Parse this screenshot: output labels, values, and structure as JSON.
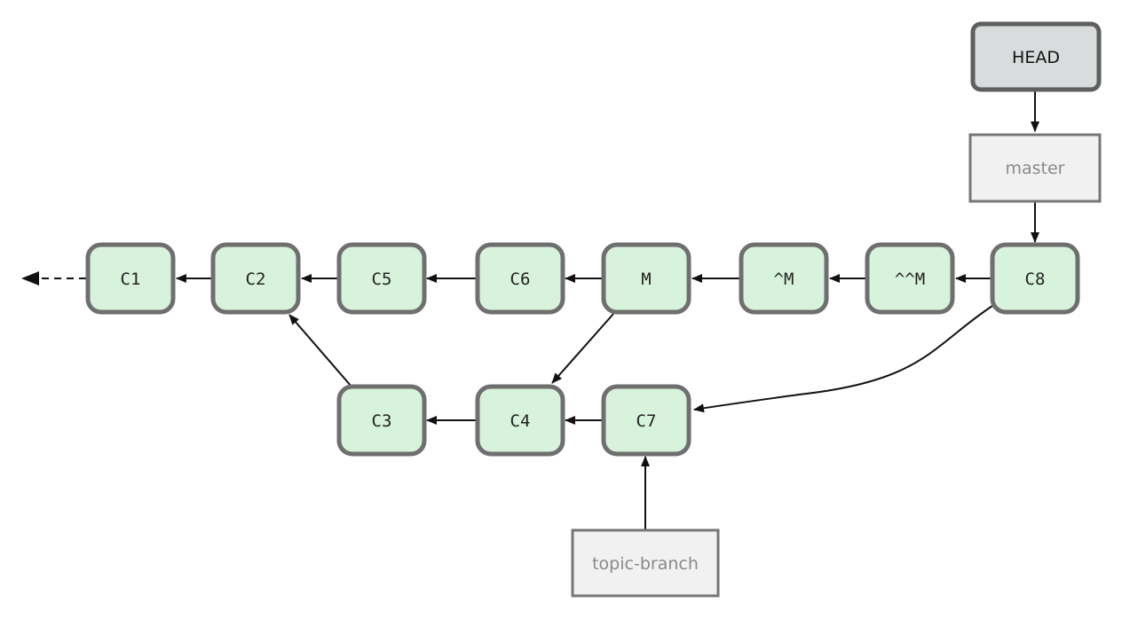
{
  "head": {
    "label": "HEAD"
  },
  "branches": {
    "master": "master",
    "topic": "topic-branch"
  },
  "commits": {
    "c1": "C1",
    "c2": "C2",
    "c5": "C5",
    "c6": "C6",
    "m": "M",
    "m_parent": "^M",
    "m_grandparent": "^^M",
    "c8": "C8",
    "c3": "C3",
    "c4": "C4",
    "c7": "C7"
  },
  "colors": {
    "commit_fill": "#d8f3dc",
    "commit_stroke": "#6f6f6f",
    "head_fill": "#d8dcdc",
    "branch_fill": "#f1f1f1",
    "branch_text": "#8a8a8a",
    "arrow": "#111111"
  }
}
